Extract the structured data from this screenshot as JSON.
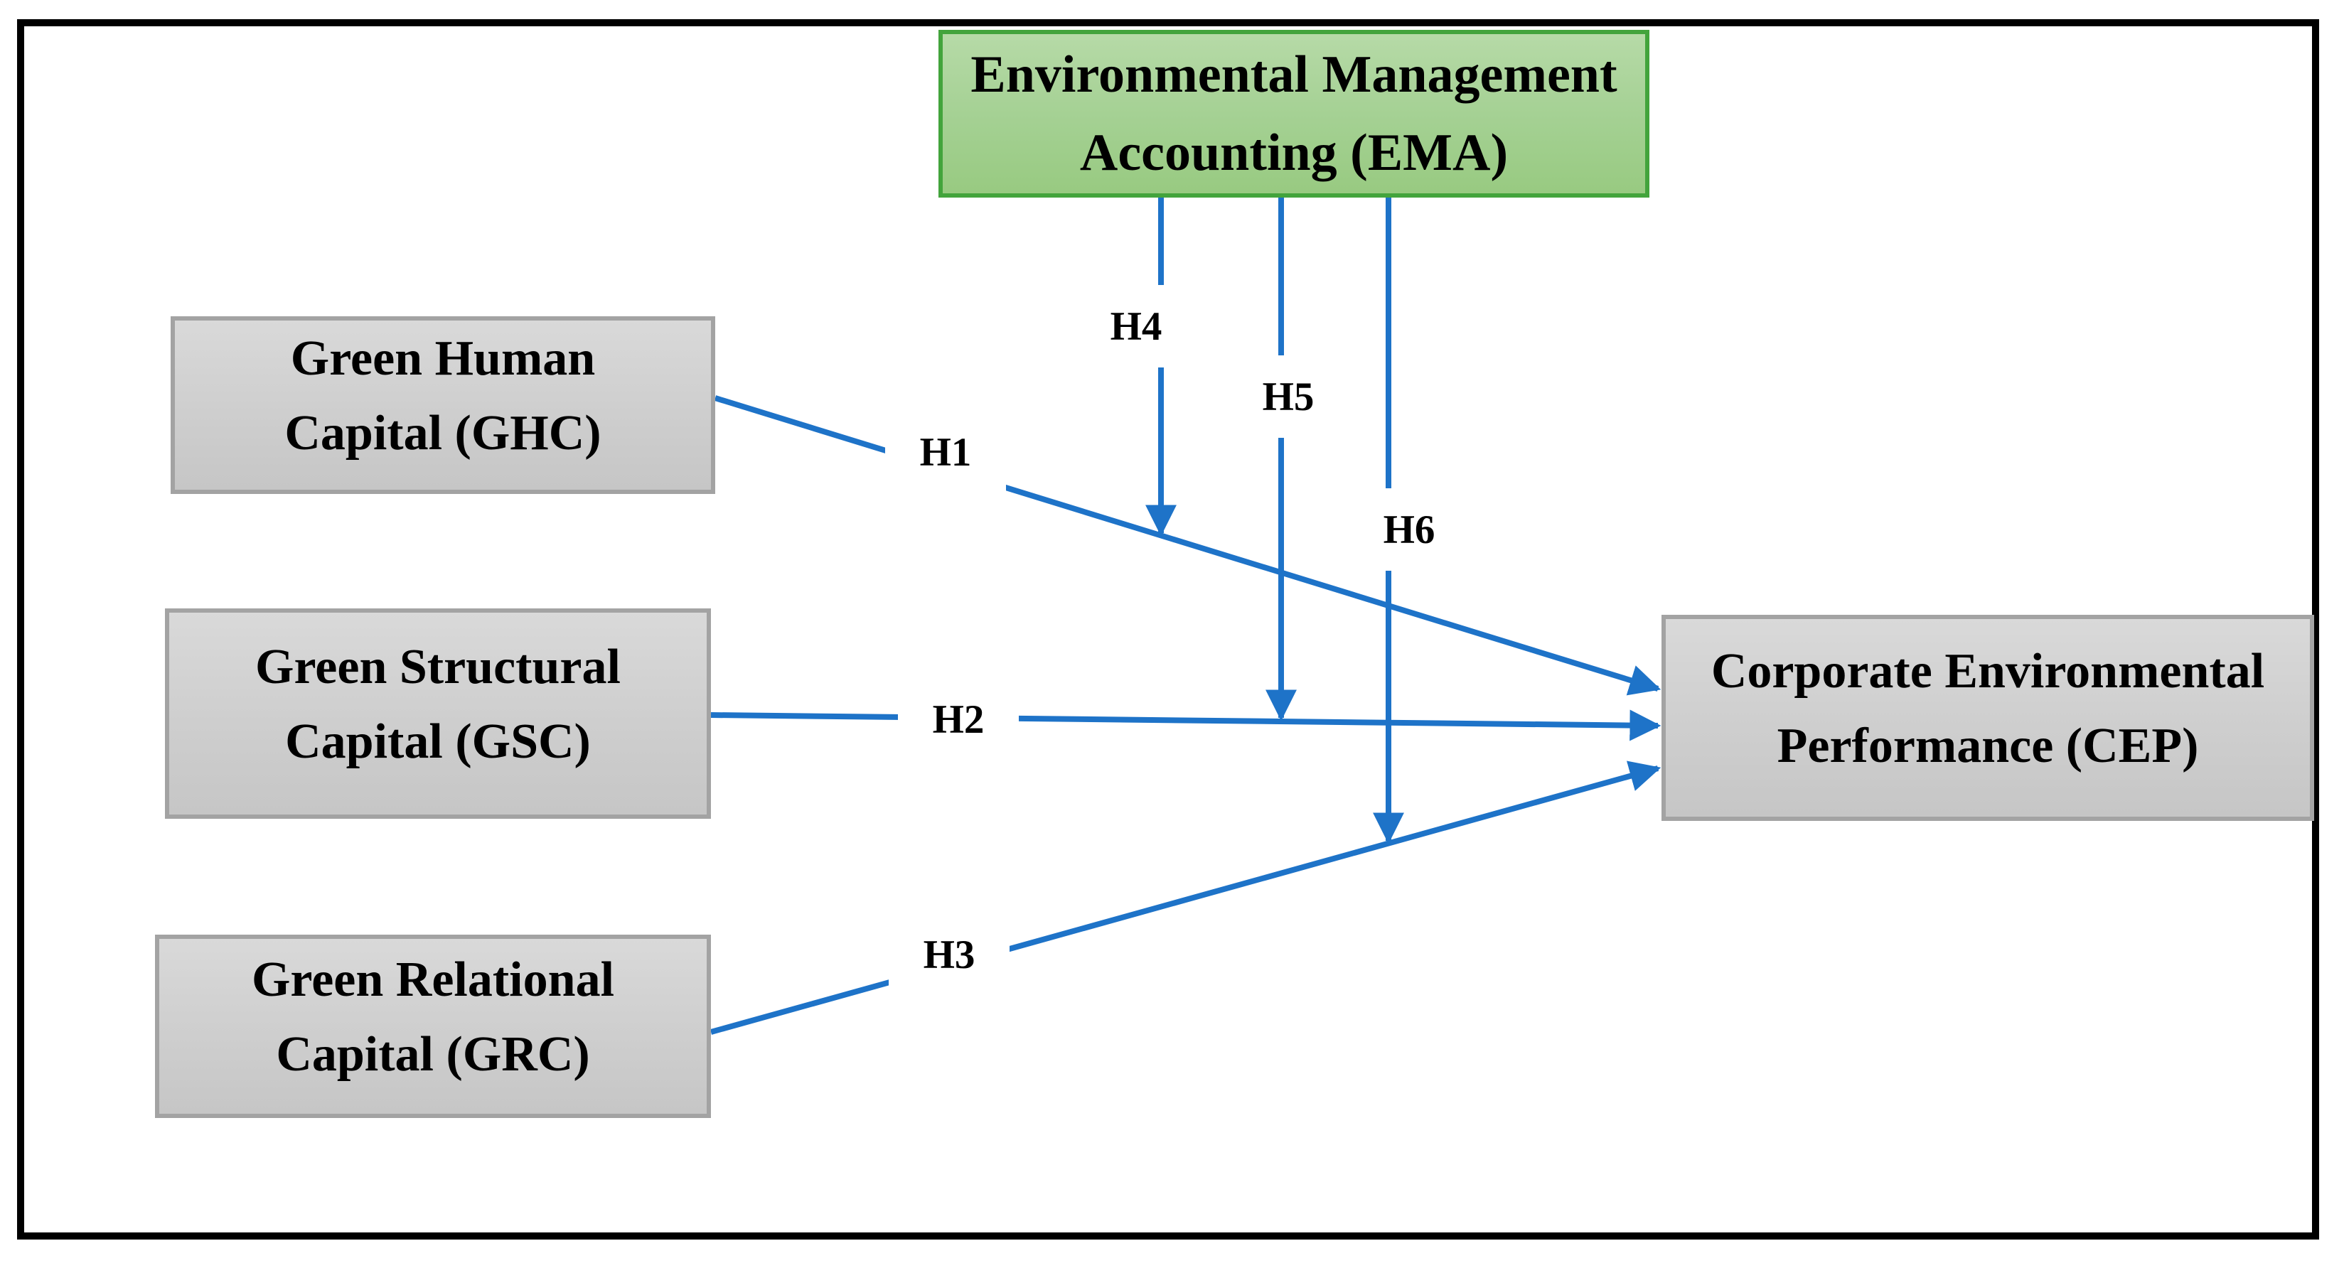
{
  "diagram": {
    "description": "Conceptual research model: EMA moderates the effects of green intellectual capital on corporate environmental performance",
    "nodes": {
      "ema": {
        "lines": [
          "Environmental Management",
          "Accounting (EMA)"
        ],
        "role": "moderator"
      },
      "ghc": {
        "lines": [
          "Green Human",
          "Capital (GHC)"
        ],
        "role": "independent"
      },
      "gsc": {
        "lines": [
          "Green Structural",
          "Capital (GSC)"
        ],
        "role": "independent"
      },
      "grc": {
        "lines": [
          "Green Relational",
          "Capital (GRC)"
        ],
        "role": "independent"
      },
      "cep": {
        "lines": [
          "Corporate Environmental",
          "Performance (CEP)"
        ],
        "role": "dependent"
      }
    },
    "labels": {
      "h1": "H1",
      "h2": "H2",
      "h3": "H3",
      "h4": "H4",
      "h5": "H5",
      "h6": "H6"
    },
    "arrows": [
      {
        "id": "h1",
        "from": "ghc",
        "to": "cep"
      },
      {
        "id": "h2",
        "from": "gsc",
        "to": "cep"
      },
      {
        "id": "h3",
        "from": "grc",
        "to": "cep"
      },
      {
        "id": "h4",
        "from": "ema",
        "to": "h1-path"
      },
      {
        "id": "h5",
        "from": "ema",
        "to": "h2-path"
      },
      {
        "id": "h6",
        "from": "ema",
        "to": "h3-path"
      }
    ],
    "colors": {
      "arrow_blue": "#1E73C8",
      "ema_fill_top": "#B6DAA7",
      "ema_fill_bottom": "#98CA81",
      "ema_border": "#43A43C",
      "gray_fill_top": "#D9D9D9",
      "gray_fill_bottom": "#C6C6C6",
      "gray_border": "#A3A3A3",
      "outer_border": "#000000",
      "text": "#000000",
      "background": "#FFFFFF"
    }
  }
}
